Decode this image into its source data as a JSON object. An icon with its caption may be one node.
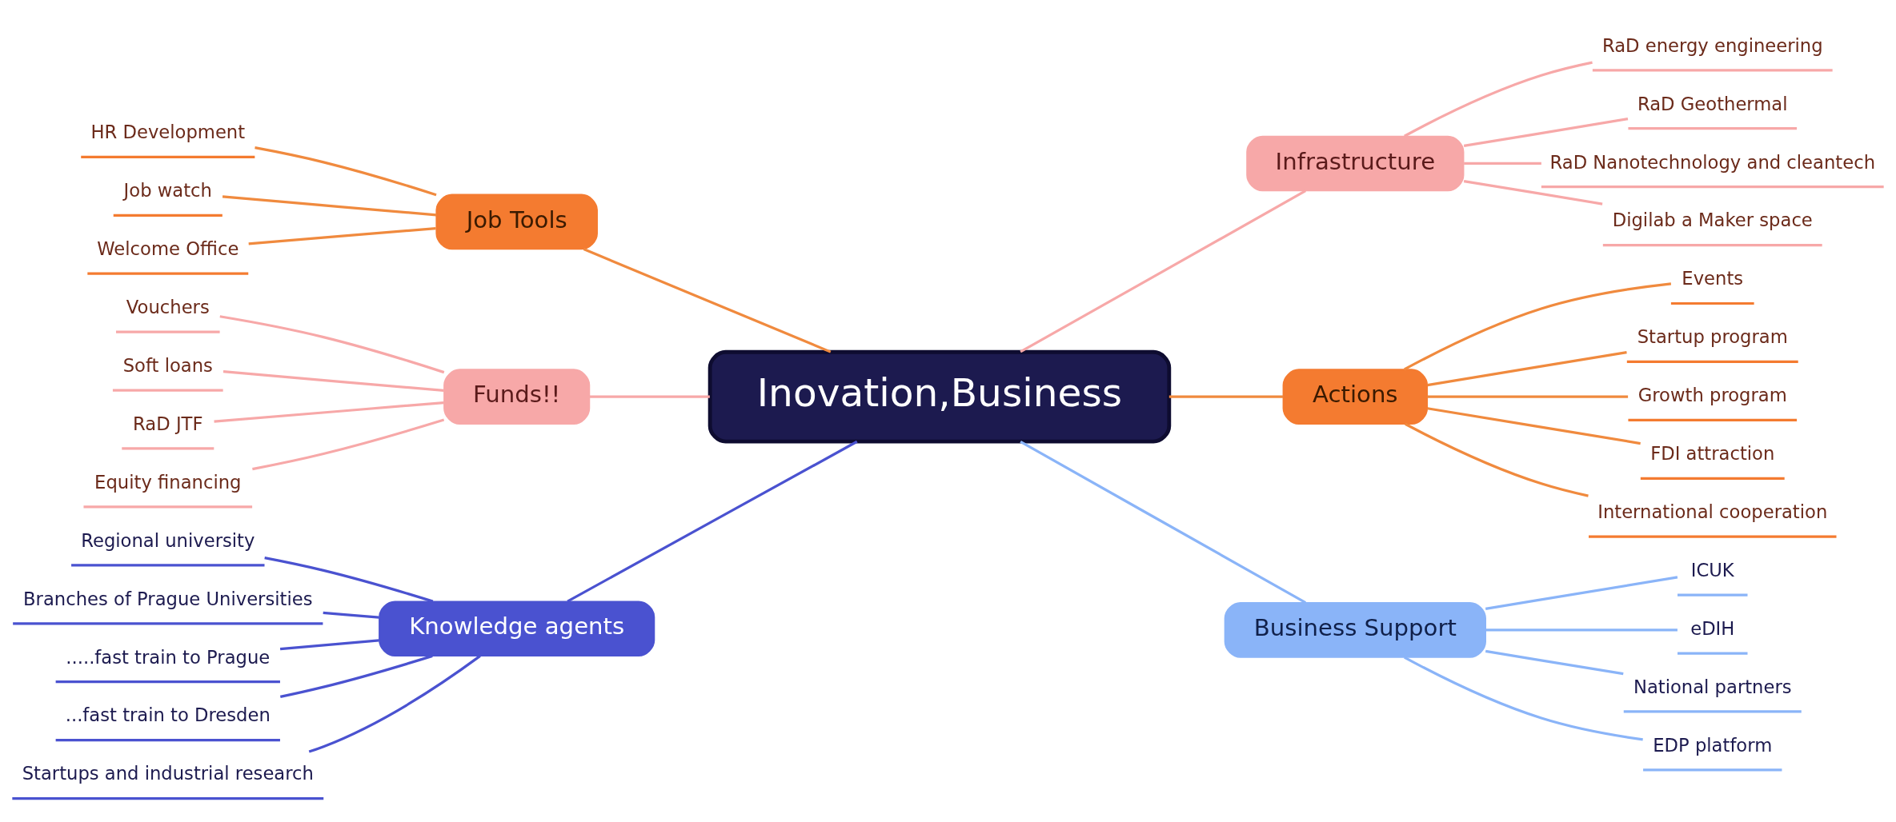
{
  "diagram": {
    "nodes": [
      {
        "text": [
          "Inovation,Business"
        ]
      },
      {
        "text": [
          "Job Tools"
        ]
      },
      {
        "text": [
          "HR Development"
        ]
      },
      {
        "text": [
          "Job watch"
        ]
      },
      {
        "text": [
          "Welcome Office"
        ]
      },
      {
        "text": [
          "Funds!!"
        ]
      },
      {
        "text": [
          "Vouchers"
        ]
      },
      {
        "text": [
          "Soft loans"
        ]
      },
      {
        "text": [
          "RaD JTF"
        ]
      },
      {
        "text": [
          "Equity financing"
        ]
      },
      {
        "text": [
          "Knowledge agents"
        ]
      },
      {
        "text": [
          "Regional university"
        ]
      },
      {
        "text": [
          "Branches of Prague Universities"
        ]
      },
      {
        "text": [
          ".....fast train to Prague"
        ]
      },
      {
        "text": [
          "...fast train to Dresden"
        ]
      },
      {
        "text": [
          "Startups and industrial research"
        ]
      },
      {
        "text": [
          "Infrastructure"
        ]
      },
      {
        "text": [
          "RaD energy engineering"
        ]
      },
      {
        "text": [
          "RaD Geothermal"
        ]
      },
      {
        "text": [
          "RaD Nanotechnology and cleantech"
        ]
      },
      {
        "text": [
          "Digilab a Maker space"
        ]
      },
      {
        "text": [
          "Actions"
        ]
      },
      {
        "text": [
          "Events"
        ]
      },
      {
        "text": [
          "Startup program"
        ]
      },
      {
        "text": [
          "Growth program"
        ]
      },
      {
        "text": [
          "FDI attraction"
        ]
      },
      {
        "text": [
          "International cooperation"
        ]
      },
      {
        "text": [
          "Business Support"
        ]
      },
      {
        "text": [
          "ICUK"
        ]
      },
      {
        "text": [
          "eDIH"
        ]
      },
      {
        "text": [
          "National partners"
        ]
      },
      {
        "text": [
          "EDP platform"
        ]
      }
    ],
    "edges": [
      {
        "from": 0,
        "to": 1,
        "arrow": "none",
        "color": "#f08a3e"
      },
      {
        "from": 1,
        "to": 2,
        "arrow": "none",
        "color": "#f08a3e"
      },
      {
        "from": 1,
        "to": 3,
        "arrow": "none",
        "color": "#f08a3e"
      },
      {
        "from": 1,
        "to": 4,
        "arrow": "none",
        "color": "#f08a3e"
      },
      {
        "from": 0,
        "to": 5,
        "arrow": "none",
        "color": "#f7a8a8"
      },
      {
        "from": 5,
        "to": 6,
        "arrow": "none",
        "color": "#f7a8a8"
      },
      {
        "from": 5,
        "to": 7,
        "arrow": "none",
        "color": "#f7a8a8"
      },
      {
        "from": 5,
        "to": 8,
        "arrow": "none",
        "color": "#f7a8a8"
      },
      {
        "from": 5,
        "to": 9,
        "arrow": "none",
        "color": "#f7a8a8"
      },
      {
        "from": 0,
        "to": 10,
        "arrow": "none",
        "color": "#4a52d0"
      },
      {
        "from": 10,
        "to": 11,
        "arrow": "none",
        "color": "#4a52d0"
      },
      {
        "from": 10,
        "to": 12,
        "arrow": "none",
        "color": "#4a52d0"
      },
      {
        "from": 10,
        "to": 13,
        "arrow": "none",
        "color": "#4a52d0"
      },
      {
        "from": 10,
        "to": 14,
        "arrow": "none",
        "color": "#4a52d0"
      },
      {
        "from": 10,
        "to": 15,
        "arrow": "none",
        "color": "#4a52d0"
      },
      {
        "from": 0,
        "to": 16,
        "arrow": "none",
        "color": "#f7a8a8"
      },
      {
        "from": 16,
        "to": 17,
        "arrow": "none",
        "color": "#f7a8a8"
      },
      {
        "from": 16,
        "to": 18,
        "arrow": "none",
        "color": "#f7a8a8"
      },
      {
        "from": 16,
        "to": 19,
        "arrow": "none",
        "color": "#f7a8a8"
      },
      {
        "from": 16,
        "to": 20,
        "arrow": "none",
        "color": "#f7a8a8"
      },
      {
        "from": 0,
        "to": 21,
        "arrow": "none",
        "color": "#f08a3e"
      },
      {
        "from": 21,
        "to": 22,
        "arrow": "none",
        "color": "#f08a3e"
      },
      {
        "from": 21,
        "to": 23,
        "arrow": "none",
        "color": "#f08a3e"
      },
      {
        "from": 21,
        "to": 24,
        "arrow": "none",
        "color": "#f08a3e"
      },
      {
        "from": 21,
        "to": 25,
        "arrow": "none",
        "color": "#f08a3e"
      },
      {
        "from": 21,
        "to": 26,
        "arrow": "none",
        "color": "#f08a3e"
      },
      {
        "from": 0,
        "to": 27,
        "arrow": "none",
        "color": "#8ab4f8"
      },
      {
        "from": 27,
        "to": 28,
        "arrow": "none",
        "color": "#8ab4f8"
      },
      {
        "from": 27,
        "to": 29,
        "arrow": "none",
        "color": "#8ab4f8"
      },
      {
        "from": 27,
        "to": 30,
        "arrow": "none",
        "color": "#8ab4f8"
      },
      {
        "from": 27,
        "to": 31,
        "arrow": "none",
        "color": "#8ab4f8"
      }
    ]
  }
}
